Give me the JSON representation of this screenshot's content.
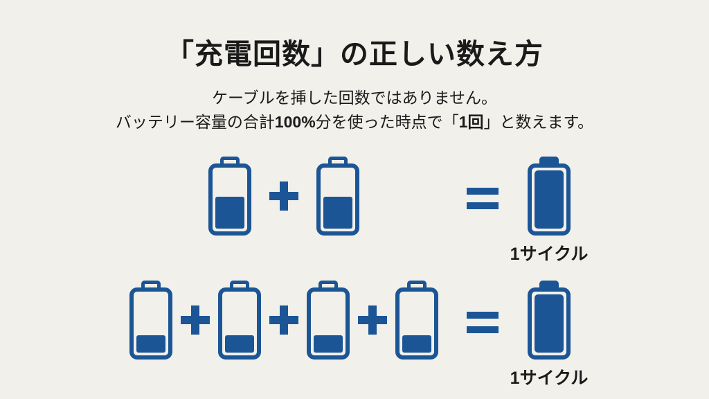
{
  "page": {
    "background_color": "#f1f0ea",
    "text_color": "#1a1a1a",
    "battery_blue": "#1b5596"
  },
  "title": "「充電回数」の正しい数え方",
  "subtitle": {
    "line1": "ケーブルを挿した回数ではありません。",
    "line2_segments": [
      {
        "text": "バッテリー容量の合計",
        "bold": false
      },
      {
        "text": "100%",
        "bold": true
      },
      {
        "text": "分を使った時点で「",
        "bold": false
      },
      {
        "text": "1回",
        "bold": true
      },
      {
        "text": "」と数えます。",
        "bold": false
      }
    ]
  },
  "equations": [
    {
      "operator": "+",
      "equals": "=",
      "operand_fill_percents": [
        50,
        50
      ],
      "result_fill_percent": 100,
      "result_label": "1サイクル"
    },
    {
      "operator": "+",
      "equals": "=",
      "operand_fill_percents": [
        27,
        27,
        27,
        27
      ],
      "result_fill_percent": 100,
      "result_label": "1サイクル"
    }
  ]
}
